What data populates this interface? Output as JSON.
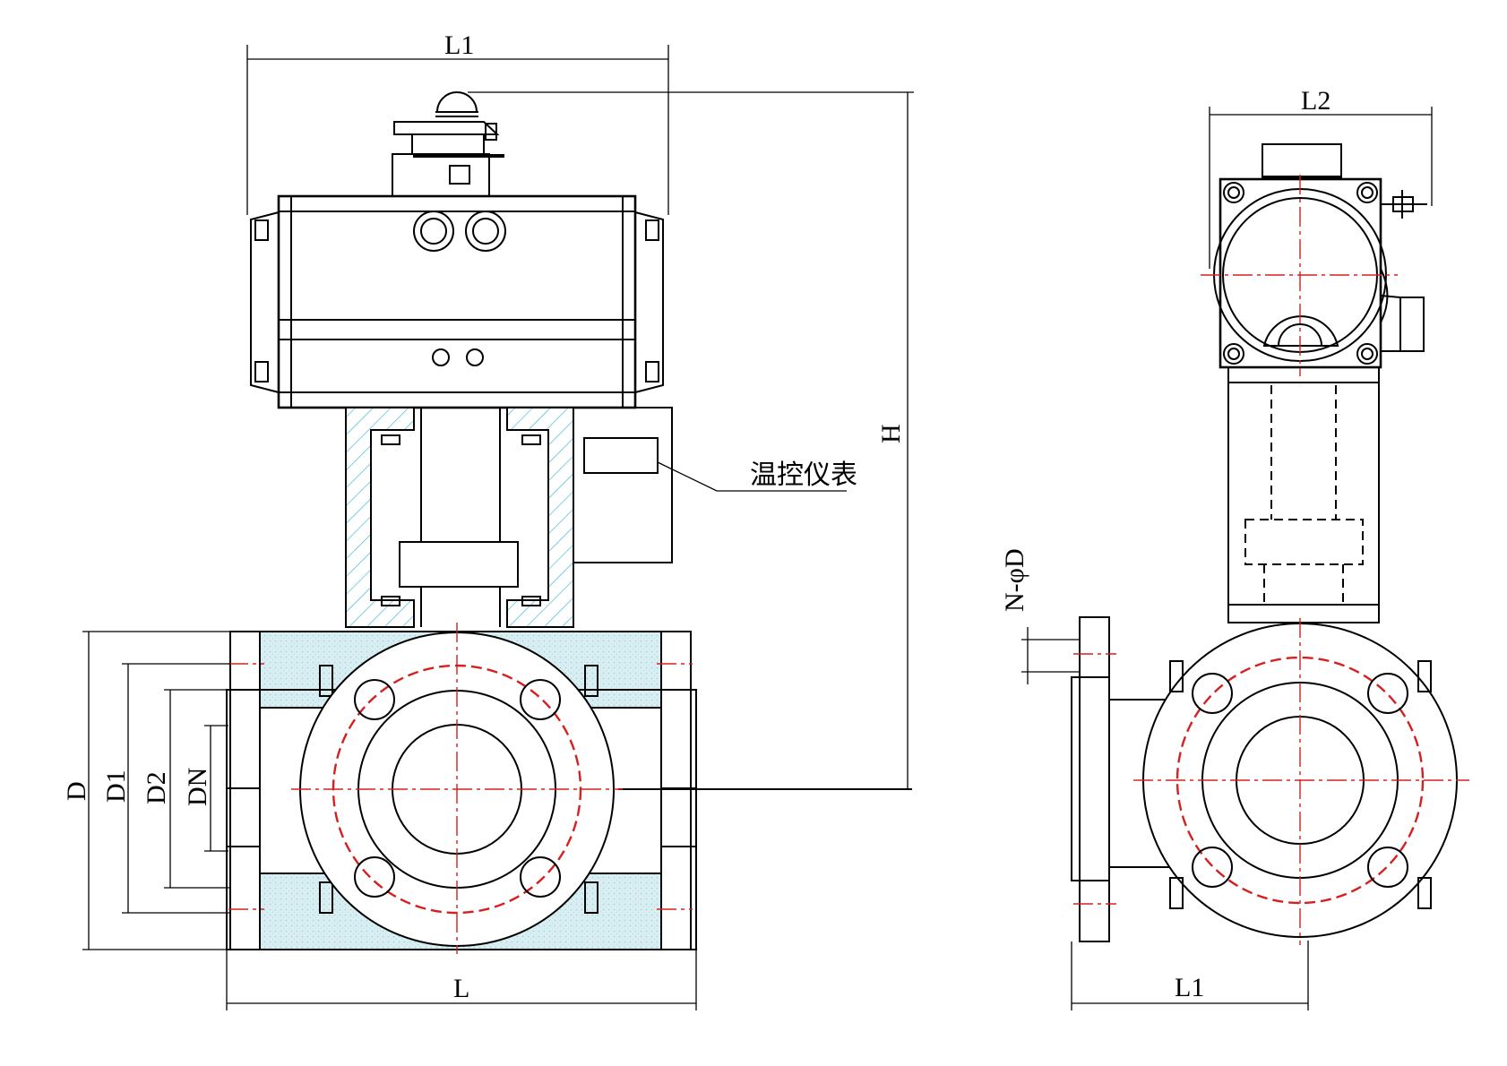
{
  "labels": {
    "front_top_width": "L1",
    "front_height": "H",
    "front_bottom_width": "L",
    "dia_d": "D",
    "dia_d1": "D1",
    "dia_d2": "D2",
    "dia_dn": "DN",
    "thermostat": "温控仪表",
    "side_top_width": "L2",
    "side_bottom_width": "L1",
    "bolt_holes": "N-φD"
  },
  "colors": {
    "line": "#000000",
    "centerline": "#d62020",
    "hatch": "#35b8d0",
    "insulation": "#d9eef2"
  }
}
